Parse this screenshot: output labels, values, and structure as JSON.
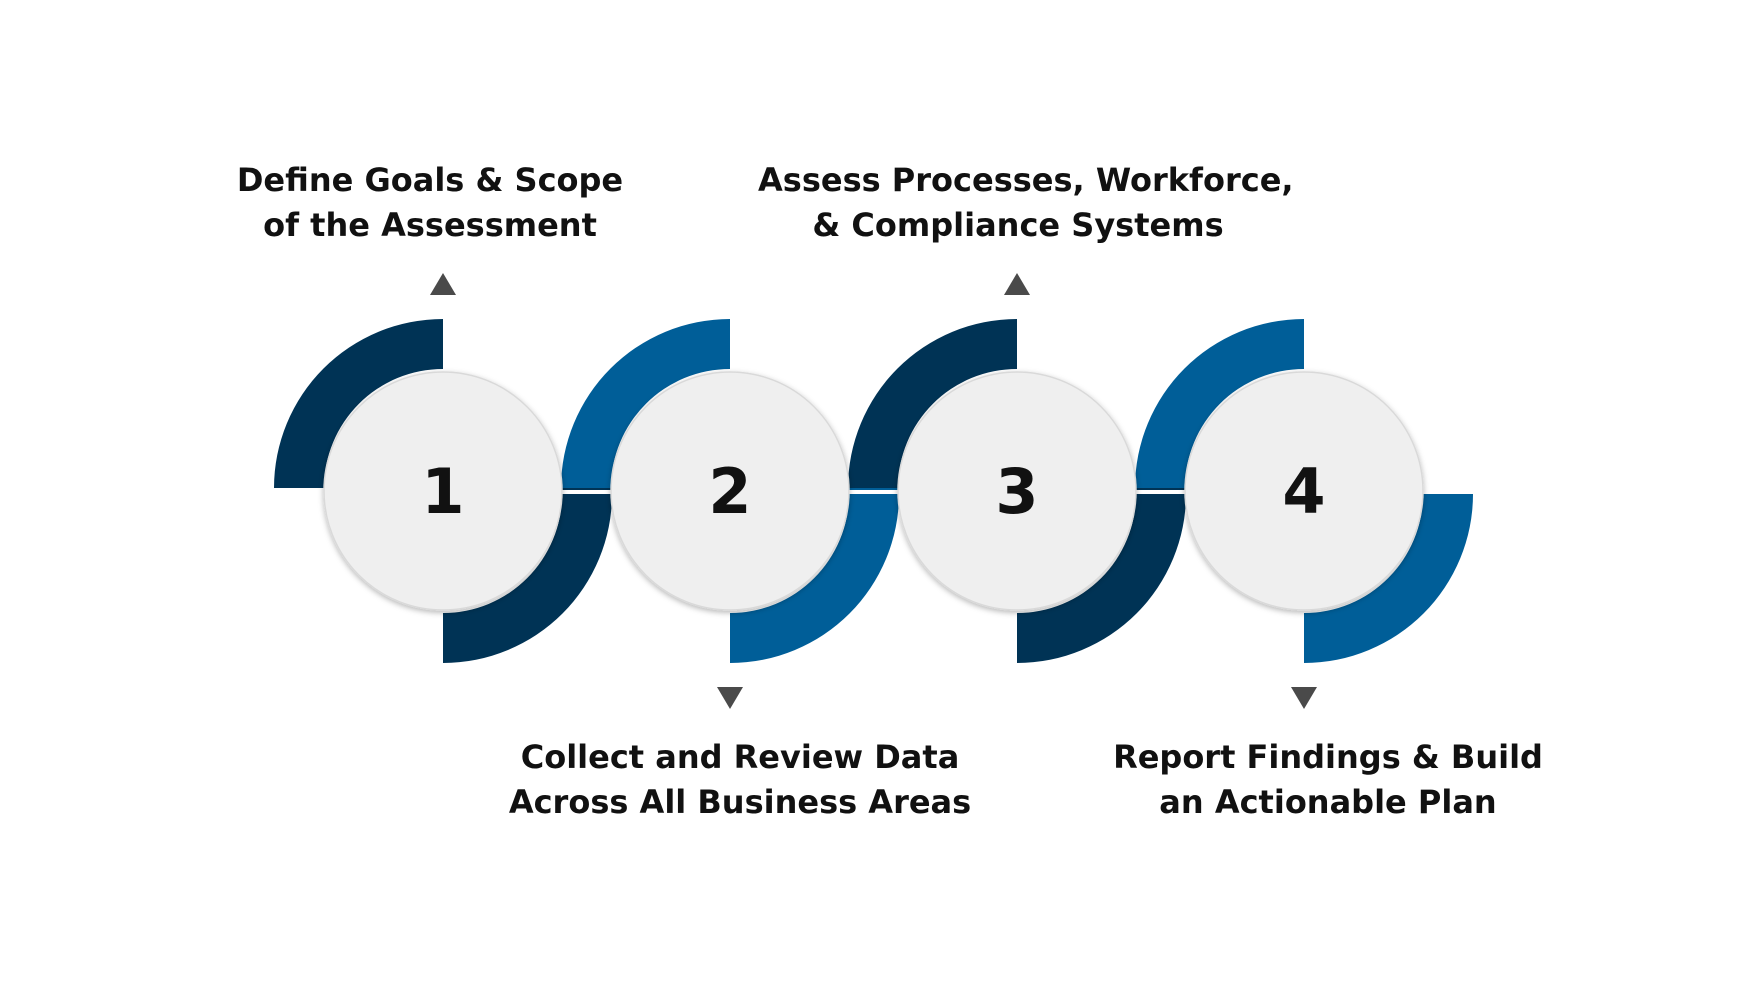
{
  "colors": {
    "dark_navy": "#003355",
    "medium_blue": "#005E98",
    "circle_fill": "#EFEFEF",
    "arrow": "#4A4A4A",
    "text": "#111111"
  },
  "steps": [
    {
      "number": "1",
      "label_lines": [
        "Define Goals & Scope",
        "of the Assessment"
      ],
      "label_position": "top",
      "arc_color": "dark_navy",
      "arrow_icon": "triangle-up-icon"
    },
    {
      "number": "2",
      "label_lines": [
        "Collect and Review Data",
        "Across All Business Areas"
      ],
      "label_position": "bottom",
      "arc_color": "medium_blue",
      "arrow_icon": "triangle-down-icon"
    },
    {
      "number": "3",
      "label_lines": [
        "Assess Processes, Workforce,",
        "& Compliance Systems"
      ],
      "label_position": "top",
      "arc_color": "dark_navy",
      "arrow_icon": "triangle-up-icon"
    },
    {
      "number": "4",
      "label_lines": [
        "Report Findings & Build",
        "an Actionable Plan"
      ],
      "label_position": "bottom",
      "arc_color": "medium_blue",
      "arrow_icon": "triangle-down-icon"
    }
  ]
}
